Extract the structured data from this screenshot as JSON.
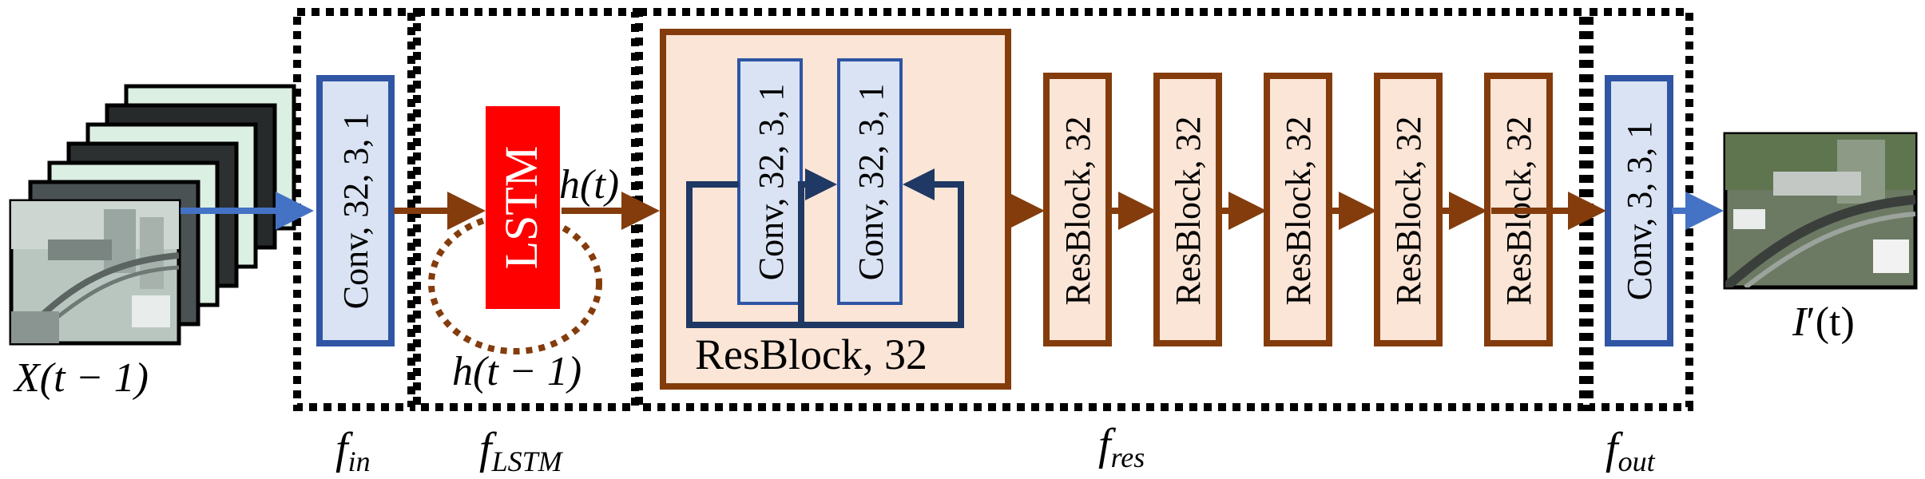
{
  "input": {
    "label": "X(t − 1)",
    "frames": [
      {
        "tone": "#dcefe3"
      },
      {
        "tone": "#262a2a"
      },
      {
        "tone": "#dcefe3"
      },
      {
        "tone": "#2c3030"
      },
      {
        "tone": "#dcefe3"
      },
      {
        "tone": "#4b5253"
      }
    ]
  },
  "f_in": {
    "conv_label": "Conv, 32, 3, 1",
    "stage_label": "f",
    "stage_sub": "in"
  },
  "f_lstm": {
    "lstm_label": "LSTM",
    "h_t": "h(t)",
    "h_prev": "h(t − 1)",
    "stage_label": "f",
    "stage_sub": "LSTM"
  },
  "f_res": {
    "resblock_detail": {
      "conv1_label": "Conv, 32, 3, 1",
      "conv2_label": "Conv, 32, 3, 1",
      "caption": "ResBlock, 32"
    },
    "resblocks": [
      "ResBlock, 32",
      "ResBlock, 32",
      "ResBlock, 32",
      "ResBlock, 32",
      "ResBlock, 32"
    ],
    "stage_label": "f",
    "stage_sub": "res"
  },
  "f_out": {
    "conv_label": "Conv, 3, 3, 1",
    "stage_label": "f",
    "stage_sub": "out"
  },
  "output": {
    "label_prefix": "I",
    "label_suffix": "′(t)"
  },
  "colors": {
    "conv_fill": "#dae3f3",
    "conv_stroke": "#2f55a4",
    "lstm_fill": "#ff0000",
    "res_fill": "#fbe5d6",
    "res_stroke": "#843c0c",
    "arrow_brown": "#843c0c",
    "arrow_blue": "#4472c4",
    "skip_navy": "#1f3864"
  }
}
